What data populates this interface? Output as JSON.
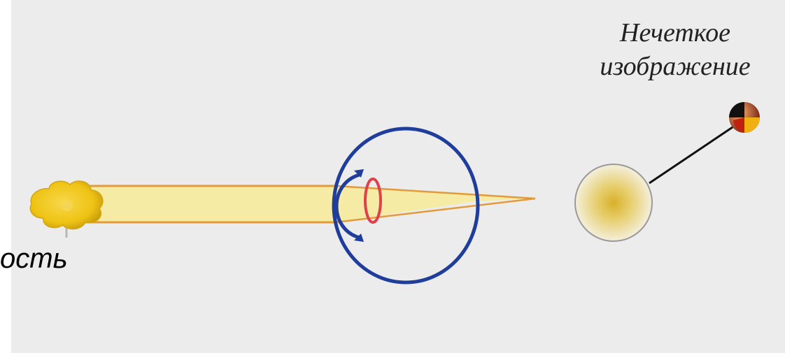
{
  "labels": {
    "left_caption": "ость",
    "right_caption_line1": "Нечеткое",
    "right_caption_line2": "изображение"
  },
  "colors": {
    "background": "#ececec",
    "light_beam": "#f7eba0",
    "beam_edge": "#e39a3c",
    "eyeball": "#1f3d9a",
    "lens": "#e0404a",
    "flower": "#f2c71c",
    "blur_spot": "#d9b830"
  }
}
